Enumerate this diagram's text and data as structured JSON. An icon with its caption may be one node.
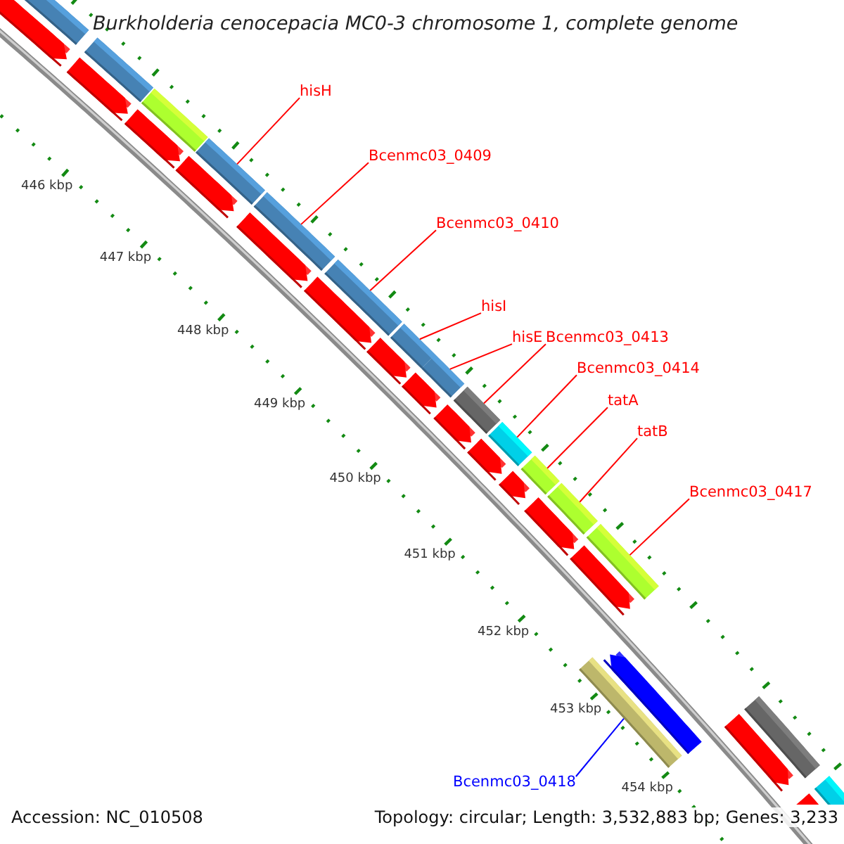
{
  "diagram": {
    "title": "Burkholderia cenocepacia MC0-3 chromosome 1, complete genome",
    "nodes": [
      {
        "text": [
          "hisH"
        ]
      },
      {
        "text": [
          "Bcenmc03_0409"
        ]
      },
      {
        "text": [
          "Bcenmc03_0410"
        ]
      },
      {
        "text": [
          "hisI"
        ]
      },
      {
        "text": [
          "hisE"
        ]
      },
      {
        "text": [
          "Bcenmc03_0413"
        ]
      },
      {
        "text": [
          "Bcenmc03_0414"
        ]
      },
      {
        "text": [
          "tatA"
        ]
      },
      {
        "text": [
          "tatB"
        ]
      },
      {
        "text": [
          "Bcenmc03_0417"
        ]
      },
      {
        "text": [
          "Bcenmc03_0418"
        ]
      },
      {
        "text": [],
        "shape": "bar"
      },
      {
        "text": [],
        "shape": "arrow"
      },
      {
        "text": [],
        "shape": "bar"
      },
      {
        "text": [],
        "shape": "arrow"
      },
      {
        "text": [],
        "shape": "bar"
      },
      {
        "text": [],
        "shape": "arrow"
      },
      {
        "text": [],
        "shape": "arrow"
      },
      {
        "text": [],
        "shape": "bar"
      },
      {
        "text": [],
        "shape": "bar"
      },
      {
        "text": [],
        "shape": "arrow"
      },
      {
        "text": [],
        "shape": "arrow"
      },
      {
        "text": [],
        "shape": "bar"
      },
      {
        "text": [],
        "shape": "arrow"
      },
      {
        "text": [],
        "shape": "bar"
      },
      {
        "text": [],
        "shape": "arrow"
      },
      {
        "text": [],
        "shape": "bar"
      },
      {
        "text": [],
        "shape": "arrow"
      },
      {
        "text": [],
        "shape": "bar"
      },
      {
        "text": [],
        "shape": "arrow"
      },
      {
        "text": [],
        "shape": "bar"
      },
      {
        "text": [],
        "shape": "arrow"
      },
      {
        "text": [],
        "shape": "bar"
      },
      {
        "text": [],
        "shape": "arrow"
      },
      {
        "text": [],
        "shape": "bar"
      },
      {
        "text": [],
        "shape": "bar"
      },
      {
        "text": [],
        "shape": "arrow"
      },
      {
        "text": [],
        "shape": "bar"
      },
      {
        "text": [],
        "shape": "arrow"
      },
      {
        "text": [],
        "shape": "bar"
      },
      {
        "text": [],
        "shape": "arrow"
      },
      {
        "text": [],
        "shape": "bar"
      },
      {
        "text": [],
        "shape": "arrow"
      }
    ],
    "edges": [
      {
        "from": 0,
        "to": 18,
        "arrow": "none"
      },
      {
        "from": 1,
        "to": 19,
        "arrow": "none"
      },
      {
        "from": 2,
        "to": 22,
        "arrow": "none"
      },
      {
        "from": 3,
        "to": 24,
        "arrow": "none"
      },
      {
        "from": 4,
        "to": 26,
        "arrow": "none"
      },
      {
        "from": 5,
        "to": 28,
        "arrow": "none"
      },
      {
        "from": 6,
        "to": 30,
        "arrow": "none"
      },
      {
        "from": 7,
        "to": 32,
        "arrow": "none"
      },
      {
        "from": 8,
        "to": 34,
        "arrow": "none"
      },
      {
        "from": 9,
        "to": 35,
        "arrow": "none"
      },
      {
        "from": 10,
        "to": 37,
        "arrow": "none",
        "color": "#0000ff"
      }
    ],
    "labels": [
      "446 kbp",
      "447 kbp",
      "448 kbp",
      "449 kbp",
      "450 kbp",
      "451 kbp",
      "452 kbp",
      "453 kbp",
      "454 kbp",
      "Accession: NC_010508",
      "Topology: circular; Length: 3,532,883 bp; Genes: 3,233"
    ]
  }
}
